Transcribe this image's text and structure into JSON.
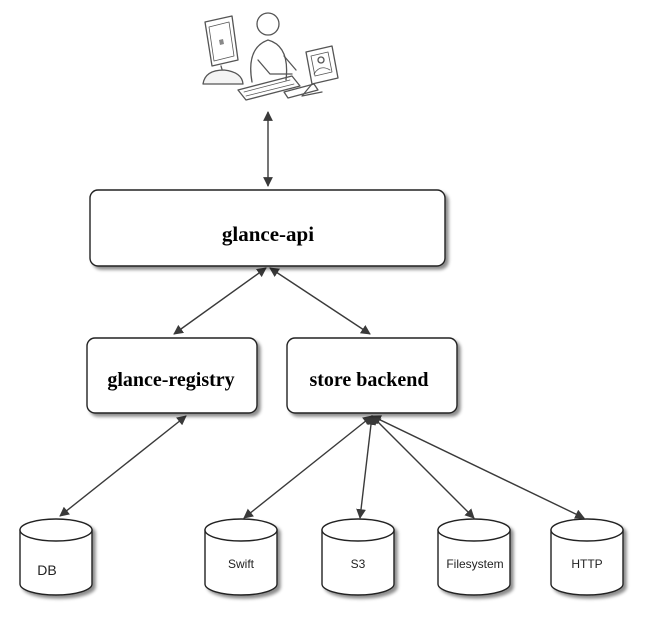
{
  "diagram": {
    "nodes": {
      "api": "glance-api",
      "registry": "glance-registry",
      "store": "store backend"
    },
    "storage": {
      "db": "DB",
      "swift": "Swift",
      "s3": "S3",
      "filesystem": "Filesystem",
      "http": "HTTP"
    }
  },
  "icons": [
    "client-computer-icon",
    "user-icon",
    "tablet-icon",
    "laptop-icon"
  ],
  "colors": {
    "line": "#3a3a3a",
    "box_fill": "#ffffff",
    "box_stroke": "#222222",
    "sketch": "#555555"
  }
}
